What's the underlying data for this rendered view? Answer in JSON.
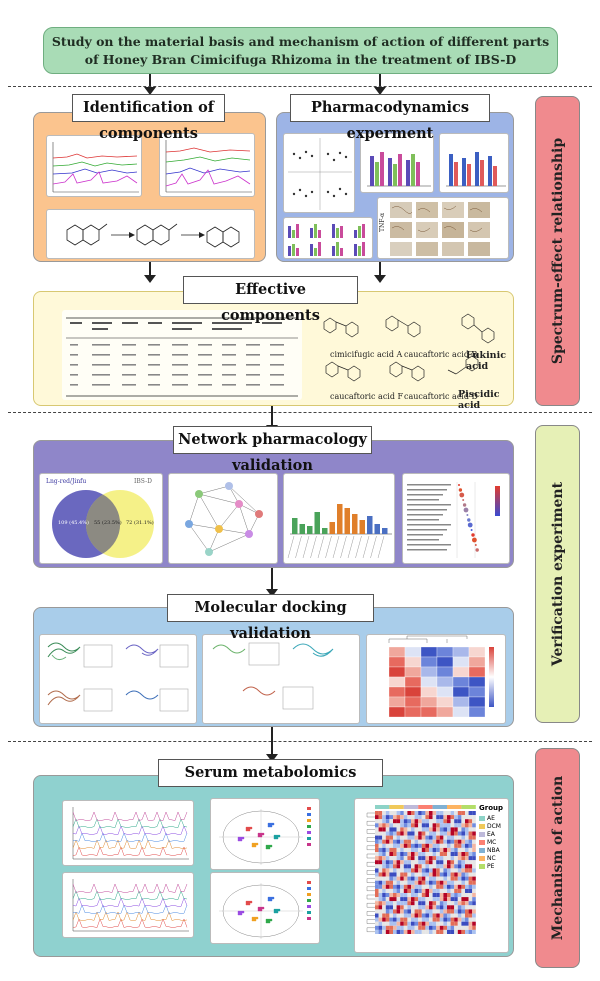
{
  "title": "Study on the material basis and mechanism of action of different parts of Honey Bran Cimicifuga Rhizoma in the treatment of IBS-D",
  "sections": {
    "spectrum": "Spectrum-effect relationship",
    "verification": "Verification experiment",
    "mechanism": "Mechanism of action"
  },
  "labels": {
    "identification": "Identification of components",
    "pharmacodynamics": "Pharmacodynamics experment",
    "effective": "Effective components",
    "network": "Network pharmacology validation",
    "docking": "Molecular docking validation",
    "serum": "Serum metabolomics"
  },
  "compounds": {
    "c1": "cimicifugic acid A",
    "c2": "caucaftoric acid B",
    "c3": "Fukinic acid",
    "c4": "caucaftoric acid F",
    "c5": "caucaftoric acid D",
    "c6": "Piscidic acid"
  },
  "venn": {
    "left": "Lng-red/Jinfu",
    "right": "IBS-D",
    "left_count": "109 (45.4%)",
    "mid_count": "55 (23.5%)",
    "right_count": "72 (31.1%)"
  },
  "pharm_labels": {
    "tnf": "TNF-α"
  },
  "heatmap_legend": {
    "title": "Group",
    "items": [
      "AE",
      "DCM",
      "EA",
      "MC",
      "NBA",
      "NC",
      "PE"
    ]
  },
  "colors": {
    "title_green": "#a9dcb6",
    "orange_panel": "#fbc48e",
    "blue_panel": "#9db4e6",
    "purple_panel": "#8f86c9",
    "teal_panel": "#8fd1cf",
    "sidebar_red": "#f08a8e",
    "sidebar_green": "#e6f0b6"
  }
}
